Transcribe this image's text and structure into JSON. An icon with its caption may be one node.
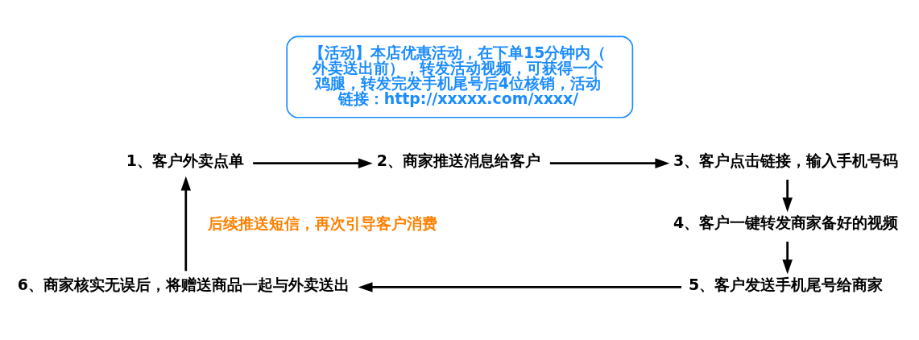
{
  "diagram": {
    "nodes": [
      {
        "text": [
          "【活动】本店优惠活动，在下单15分钟内（外卖送出前），转发活动视频，可获得一个鸡腿，转发完发手机尾号后4位核销，活动链接：http://xxxxx.com/xxxx/"
        ]
      },
      {
        "text": [
          "1、客户外卖点单"
        ]
      },
      {
        "text": [
          "2、商家推送消息给客户"
        ]
      },
      {
        "text": [
          "3、客户点击链接，输入手机号码"
        ]
      },
      {
        "text": [
          "4、客户一键转发商家备好的视频"
        ]
      },
      {
        "text": [
          "5、客户发送手机尾号给商家"
        ]
      },
      {
        "text": [
          "6、商家核实无误后，将赠送商品一起与外卖送出"
        ]
      }
    ],
    "edges": [
      {
        "from": 1,
        "to": 2,
        "arrow": "to"
      },
      {
        "from": 2,
        "to": 3,
        "arrow": "to"
      },
      {
        "from": 3,
        "to": 4,
        "arrow": "to"
      },
      {
        "from": 4,
        "to": 5,
        "arrow": "to"
      },
      {
        "from": 5,
        "to": 6,
        "arrow": "to"
      },
      {
        "from": 6,
        "to": 1,
        "arrow": "to",
        "label": "后续推送短信，再次引导客户消费"
      }
    ]
  }
}
